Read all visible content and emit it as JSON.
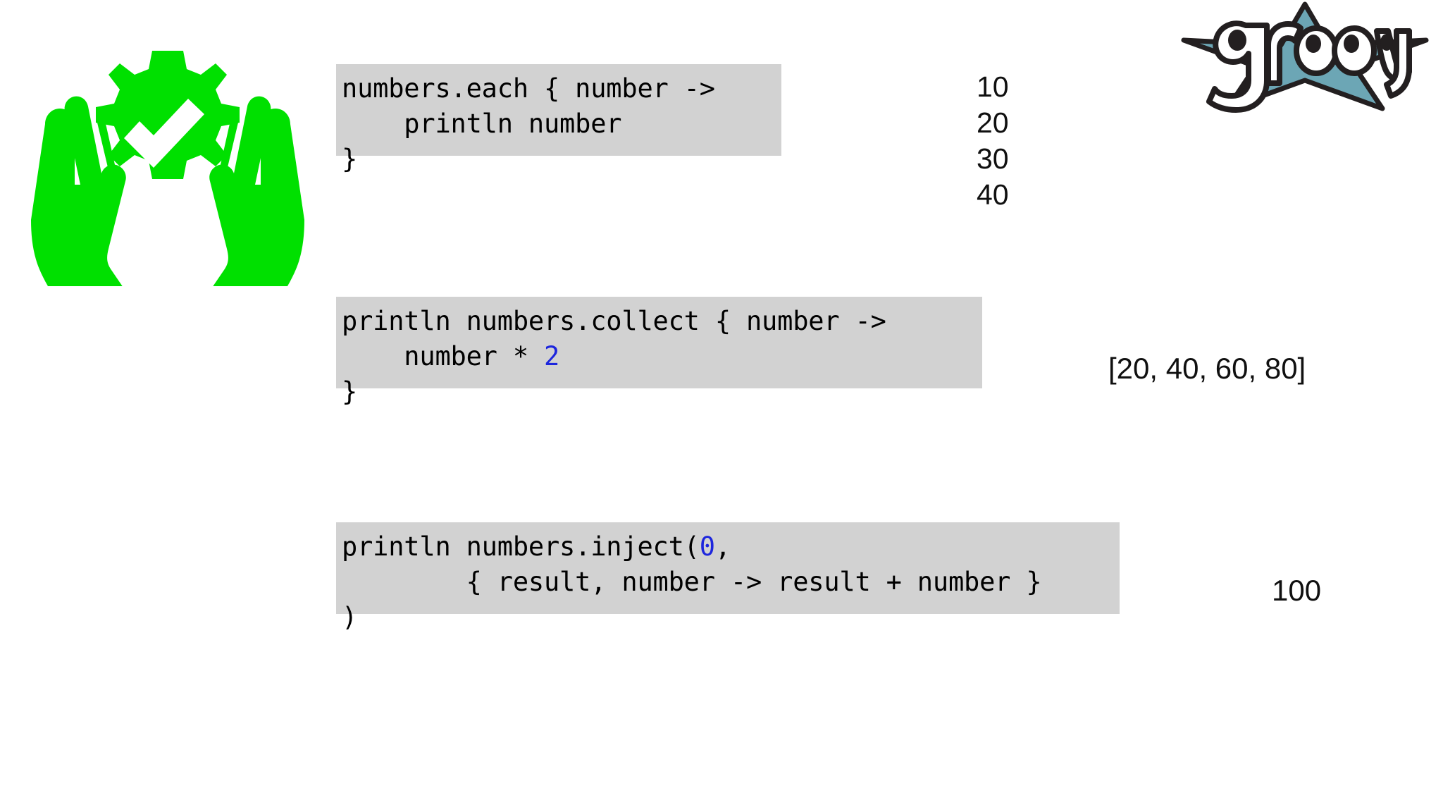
{
  "slide": {
    "background_color": "#ffffff",
    "icons": {
      "hands_gear": {
        "name": "hands-holding-gear-check-icon",
        "color": "#00e000",
        "title": "Hands holding gear with checkmark"
      },
      "groovy_logo": {
        "name": "groovy-logo",
        "wordmark": "groovy",
        "star_color": "#6ca6b5",
        "outline_color": "#231f20",
        "letter_fill": "#ffffff"
      }
    },
    "code_blocks": [
      {
        "id": "each",
        "background_color": "#d2d2d2",
        "frame_color": "#ffffff",
        "lines": [
          [
            {
              "t": "numbers.each { number ->",
              "k": "plain"
            }
          ],
          [
            {
              "t": "    println number",
              "k": "plain"
            }
          ],
          [
            {
              "t": "}",
              "k": "plain"
            }
          ]
        ]
      },
      {
        "id": "collect",
        "background_color": "#d2d2d2",
        "frame_color": "#ffffff",
        "lines": [
          [
            {
              "t": "println numbers.collect { number ->",
              "k": "plain"
            }
          ],
          [
            {
              "t": "    number * ",
              "k": "plain"
            },
            {
              "t": "2",
              "k": "literal"
            }
          ],
          [
            {
              "t": "}",
              "k": "plain"
            }
          ]
        ]
      },
      {
        "id": "inject",
        "background_color": "#d2d2d2",
        "frame_color": "#ffffff",
        "lines": [
          [
            {
              "t": "println numbers.inject(",
              "k": "plain"
            },
            {
              "t": "0",
              "k": "literal"
            },
            {
              "t": ",",
              "k": "plain"
            }
          ],
          [
            {
              "t": "        { result, number -> result + number }",
              "k": "plain"
            }
          ],
          [
            {
              "t": ")",
              "k": "plain"
            }
          ]
        ]
      }
    ],
    "outputs": {
      "each": "10\n20\n30\n40",
      "collect": "[20, 40, 60, 80]",
      "inject": "100"
    },
    "colors": {
      "code_background": "#d2d2d2",
      "literal_blue": "#1d26dd",
      "icon_green": "#00e000",
      "groovy_teal": "#6ca6b5",
      "text_black": "#000000"
    }
  }
}
